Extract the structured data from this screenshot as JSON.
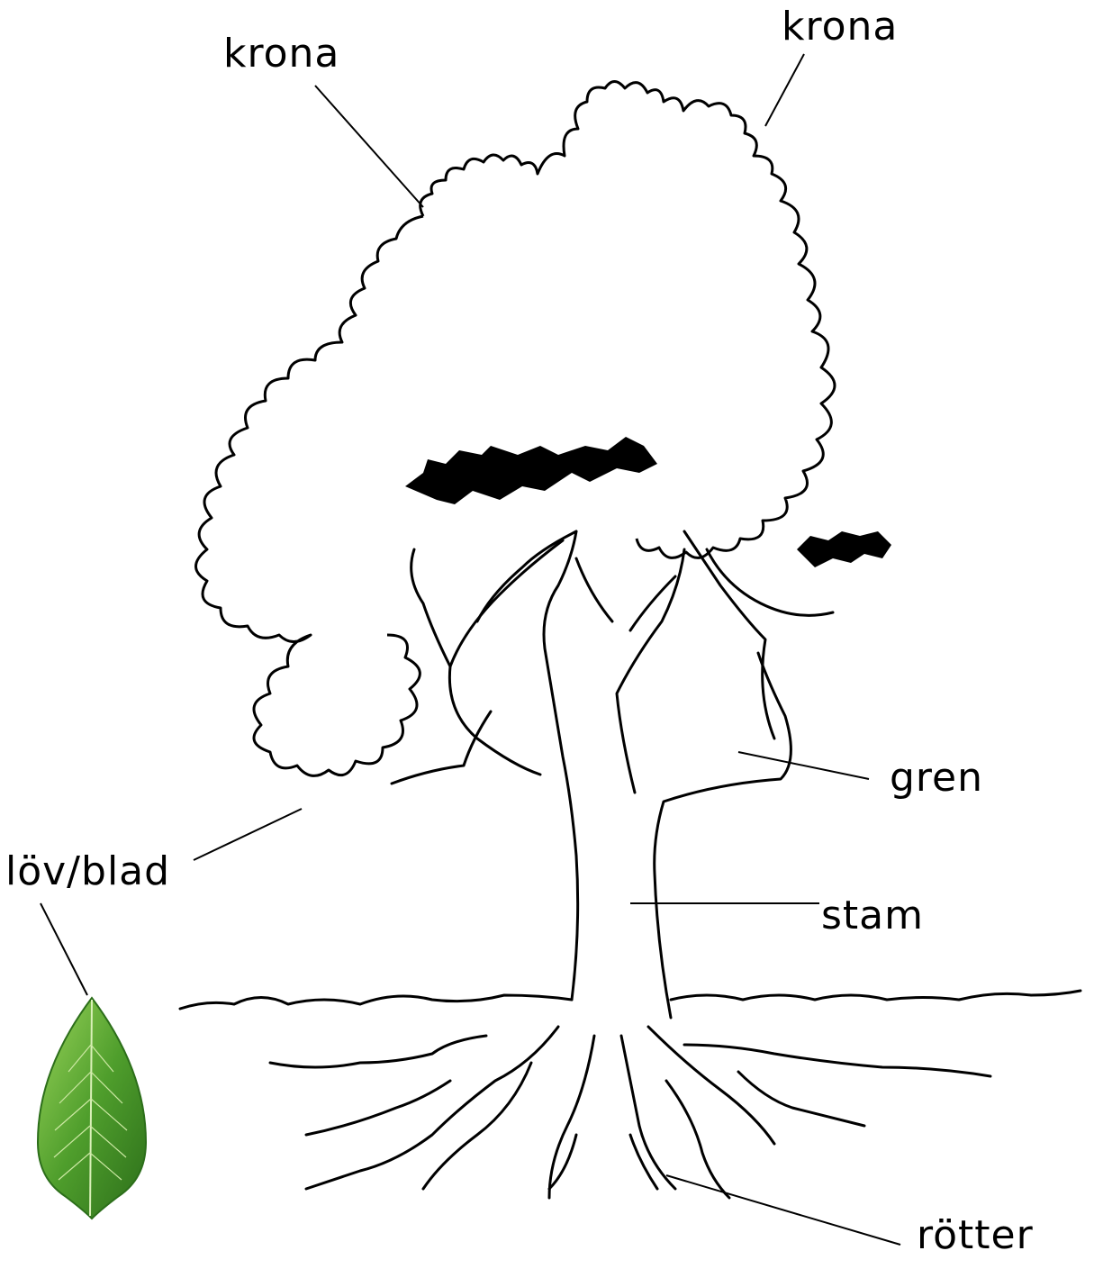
{
  "labels": {
    "krona_left": "krona",
    "krona_right": "krona",
    "gren": "gren",
    "stam": "stam",
    "lov_blad": "löv/blad",
    "rotter": "rötter"
  },
  "colors": {
    "ink": "#000000",
    "leaf_dark": "#2f7d1f",
    "leaf_light": "#7cc143",
    "background": "#ffffff"
  }
}
